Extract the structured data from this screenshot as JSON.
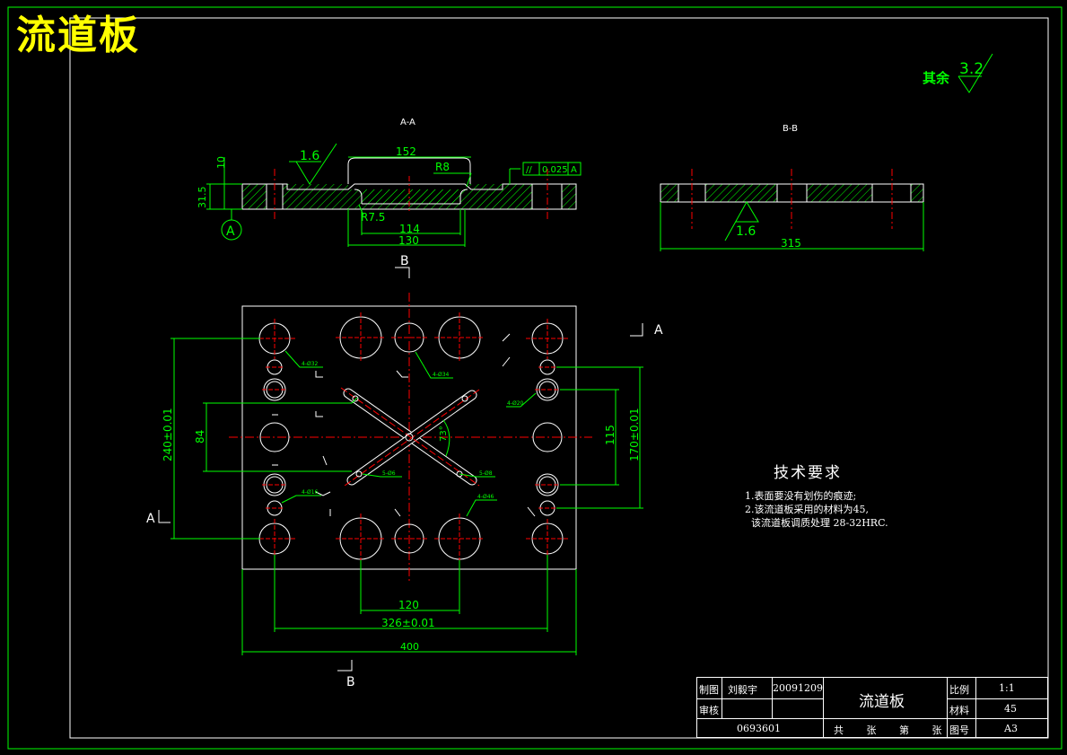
{
  "title": "流道板",
  "roughness_note": {
    "label": "其余",
    "value": "3.2"
  },
  "views": {
    "section_aa": {
      "label": "A-A",
      "dims": {
        "d152": "152",
        "d10": "10",
        "d31_5": "31.5",
        "r8": "R8",
        "r7_5": "R7.5",
        "d114": "114",
        "d130": "130"
      },
      "roughness": "1.6",
      "tolerance": {
        "symbol": "//",
        "value": "0.025",
        "datum": "A"
      },
      "datum": "A"
    },
    "section_bb": {
      "label": "B-B",
      "roughness": "1.6",
      "d315": "315"
    },
    "plan": {
      "cut_labels": {
        "b_top": "B",
        "b_bottom": "B",
        "a_right": "A",
        "a_left": "A"
      },
      "dims": {
        "d240": "240±0.01",
        "d84": "84",
        "d115": "115",
        "d170": "170±0.01",
        "d120": "120",
        "d326": "326±0.01",
        "d400": "400",
        "angle": "73°"
      },
      "callouts": [
        "4-Ø32",
        "4-Ø34",
        "4-Ø20",
        "5-Ø6",
        "5-Ø8",
        "4-Ø16",
        "4-Ø46"
      ]
    }
  },
  "tech_requirements": {
    "title": "技术要求",
    "items": [
      "1.表面要没有划伤的痕迹;",
      "2.该流道板采用的材料为45,",
      "  该流道板调质处理 28-32HRC."
    ]
  },
  "title_block": {
    "drawn_label": "制图",
    "drawn_name": "刘毅宇",
    "date": "20091209",
    "checked_label": "审核",
    "part_name": "流道板",
    "scale_label": "比例",
    "scale": "1:1",
    "material_label": "材料",
    "material": "45",
    "number": "0693601",
    "sheet_text": "共 张 第 张",
    "drawing_no_label": "图号",
    "drawing_no": "A3"
  }
}
